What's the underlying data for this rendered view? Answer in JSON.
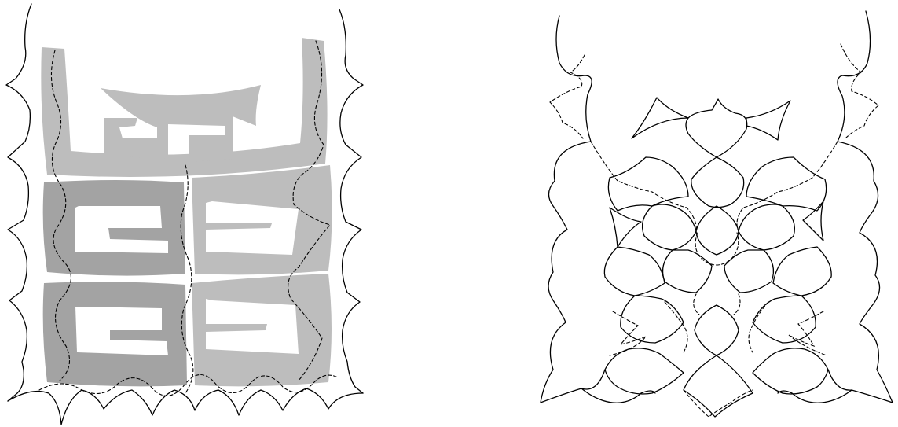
{
  "figure": {
    "panels": [
      {
        "id": "left",
        "description_name": "shaded-tile-layout"
      },
      {
        "id": "right",
        "description_name": "curved-cell-pattern"
      }
    ]
  },
  "colors": {
    "background": "#ffffff",
    "ink": "#000000",
    "shade_light": "#bdbdbd",
    "shade_dark": "#a3a3a3"
  }
}
